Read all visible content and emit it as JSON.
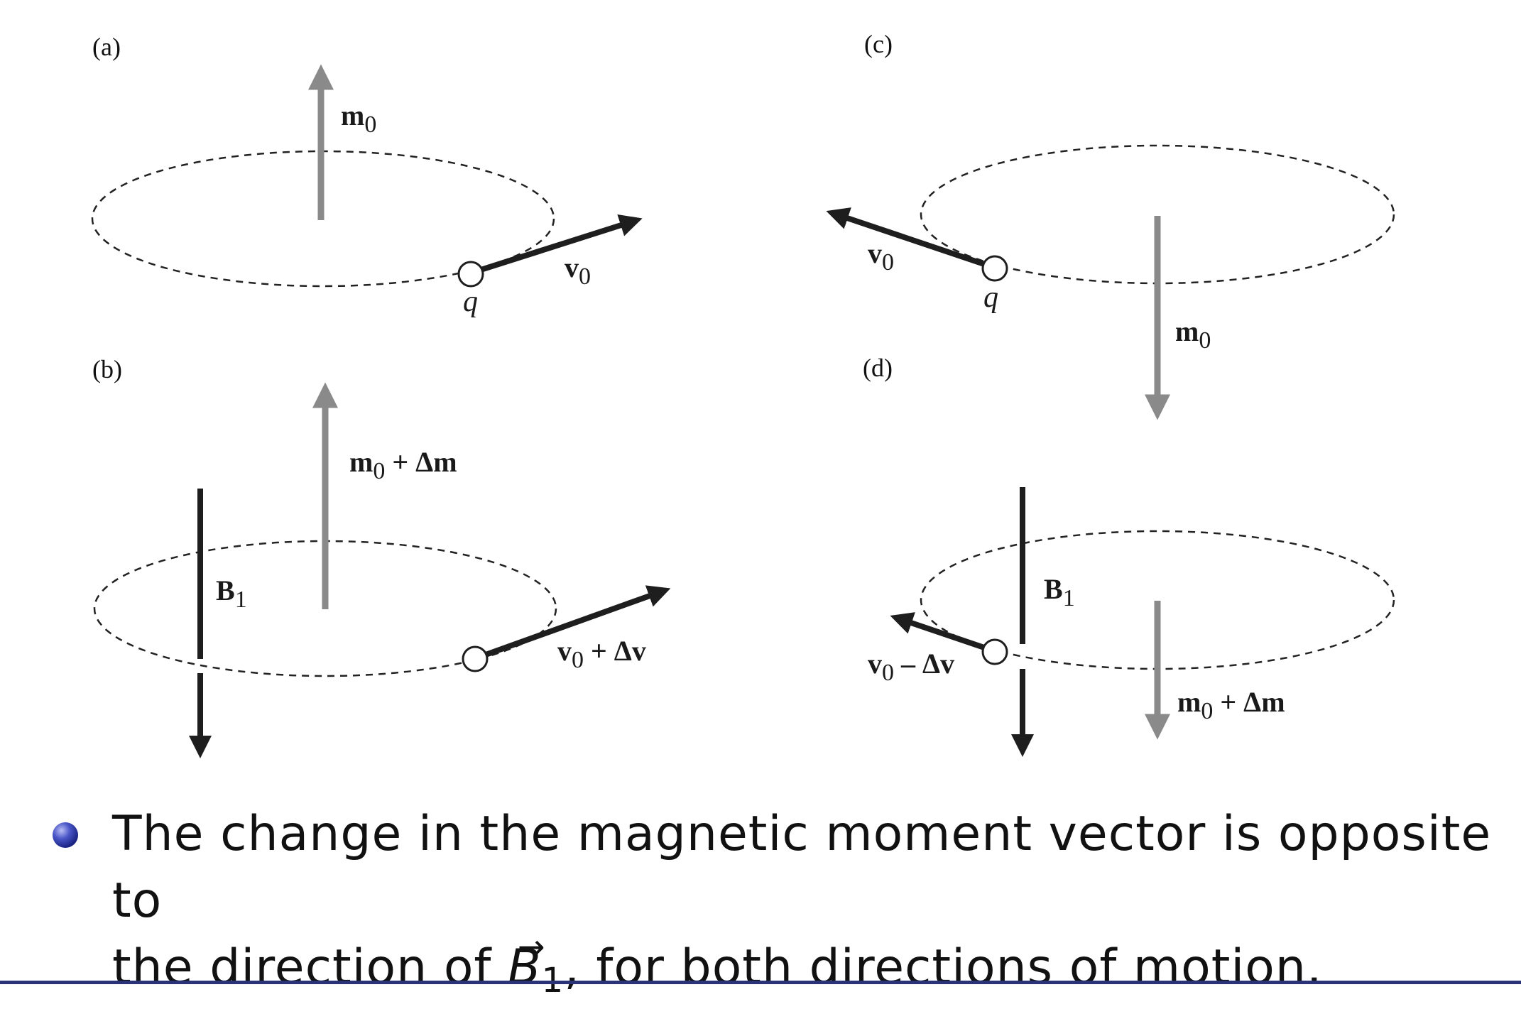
{
  "panels": {
    "a": {
      "label": "(a)",
      "m_label": "m",
      "m_sub": "0",
      "v_label": "v",
      "v_sub": "0",
      "q_label": "q"
    },
    "b": {
      "label": "(b)",
      "m_label": "m",
      "m_sub": "0",
      "m_suffix": " + Δm",
      "v_label": "v",
      "v_sub": "0",
      "v_suffix": " + Δv",
      "B_label": "B",
      "B_sub": "1"
    },
    "c": {
      "label": "(c)",
      "m_label": "m",
      "m_sub": "0",
      "v_label": "v",
      "v_sub": "0",
      "q_label": "q"
    },
    "d": {
      "label": "(d)",
      "m_label": "m",
      "m_sub": "0",
      "m_suffix": " + Δm",
      "v_label": "v",
      "v_sub": "0",
      "v_suffix": " – Δv",
      "B_label": "B",
      "B_sub": "1"
    }
  },
  "bullet": {
    "line1": "The change in the magnetic moment vector is opposite to",
    "line2_pre": "the direction of ",
    "vec_arrow": "→",
    "vec_symbol": "B",
    "vec_sub": "1",
    "line2_post": ", for both directions of motion."
  },
  "colors": {
    "gray_arrow": "#8a8a8a",
    "black_arrow": "#1e1e1e",
    "dashed_orbit": "#222222",
    "bullet": "#2a3399",
    "footer_bar": "#2a3375"
  }
}
